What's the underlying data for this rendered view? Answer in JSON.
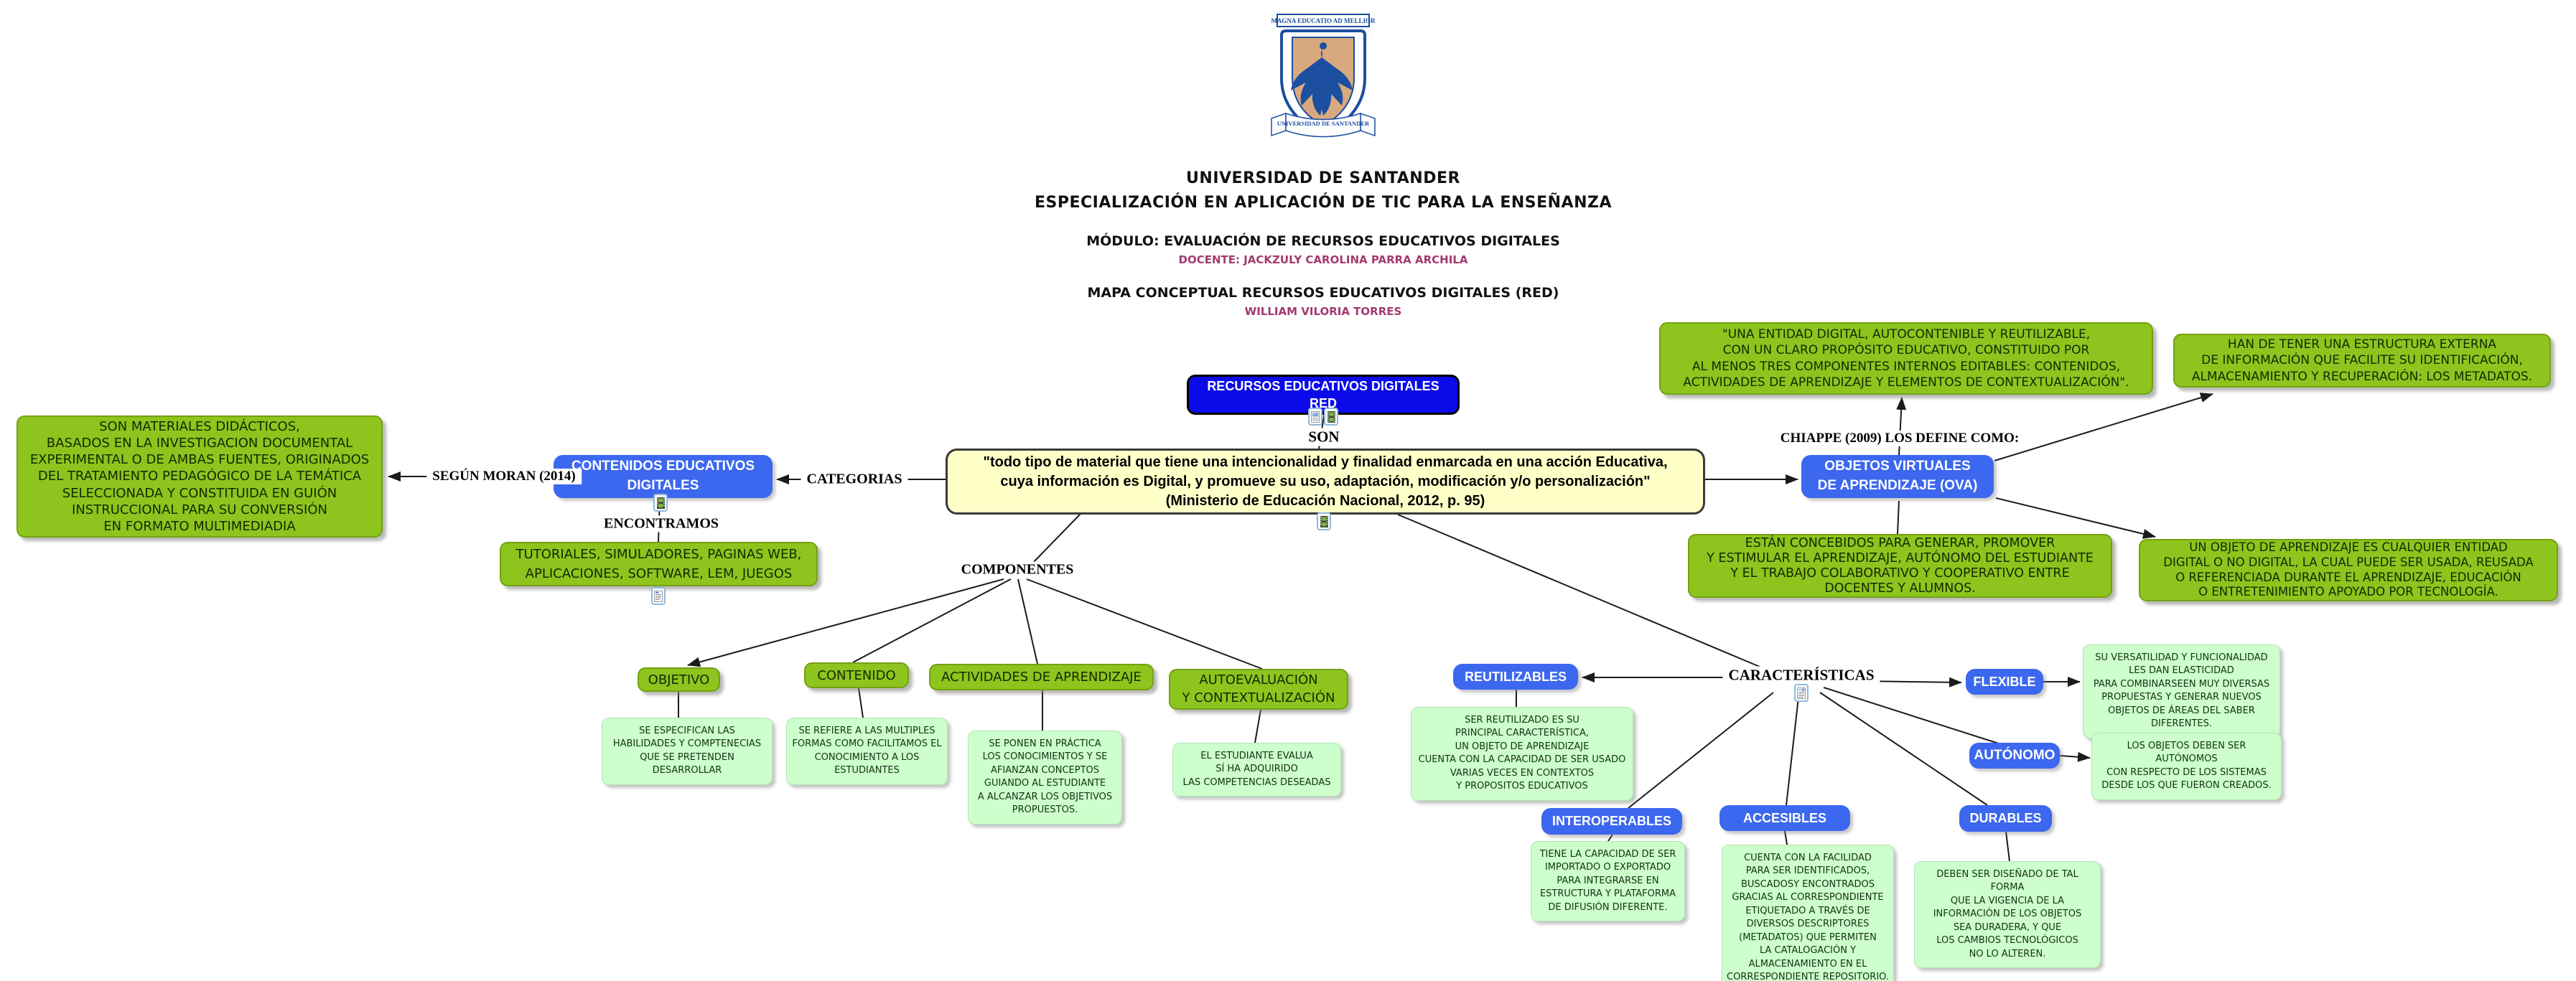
{
  "title_block": {
    "motto": "MAGNA EDUCATIO AD MELLIOR",
    "logo_ribbon": "UNIVERSIDAD DE SANTANDER",
    "university": "UNIVERSIDAD DE SANTANDER",
    "program": "ESPECIALIZACIÓN EN APLICACIÓN DE TIC PARA LA ENSEÑANZA",
    "module": "MÓDULO: EVALUACIÓN DE RECURSOS EDUCATIVOS DIGITALES",
    "teacher": "DOCENTE: JACKZULY CAROLINA PARRA ARCHILA",
    "map_title": "MAPA CONCEPTUAL RECURSOS EDUCATIVOS DIGITALES (RED)",
    "author": "WILLIAM VILORIA TORRES"
  },
  "colors": {
    "root_node": "#0b0bea",
    "blue_node": "#3c67ef",
    "green_node": "#8dc41e",
    "light_green_box": "#ccffcc",
    "yellow_box": "#ffffc8",
    "accent_text": "#a23a6e",
    "line": "#1b1b1b"
  },
  "link_labels": {
    "son": "SON",
    "categorias": "CATEGORIAS",
    "segun_moran": "SEGÚN MORAN (2014)",
    "encontramos": "ENCONTRAMOS",
    "componentes": "COMPONENTES",
    "chiappe": "CHIAPPE (2009) LOS DEFINE COMO:",
    "caracteristicas": "CARACTERÍSTICAS"
  },
  "nodes": {
    "red": {
      "label": "RECURSOS EDUCATIVOS DIGITALES\nRED"
    },
    "definition": {
      "text": "\"todo tipo de material que tiene una intencionalidad y finalidad enmarcada en una acción Educativa,\ncuya información es Digital, y promueve su uso, adaptación, modificación y/o personalización\"\n(Ministerio de Educación Nacional, 2012, p. 95)"
    },
    "contenidos": {
      "label": "CONTENIDOS EDUCATIVOS\nDIGITALES"
    },
    "moran_def": {
      "text": "SON MATERIALES DIDÁCTICOS,\nBASADOS EN LA INVESTIGACION DOCUMENTAL\nEXPERIMENTAL O DE AMBAS FUENTES, ORIGINADOS\nDEL TRATAMIENTO PEDAGÓGICO DE LA TEMÁTICA\nSELECCIONADA Y CONSTITUIDA EN GUIÓN\nINSTRUCCIONAL PARA SU CONVERSIÓN\nEN FORMATO MULTIMEDIADIA"
    },
    "tutoriales": {
      "text": "TUTORIALES, SIMULADORES, PAGINAS WEB,\nAPLICACIONES, SOFTWARE, LEM, JUEGOS"
    },
    "ova": {
      "label": "OBJETOS VIRTUALES\nDE APRENDIZAJE (OVA)"
    },
    "chiappe_def": {
      "text": "\"UNA ENTIDAD DIGITAL, AUTOCONTENIBLE Y REUTILIZABLE,\nCON UN CLARO PROPÓSITO EDUCATIVO, CONSTITUIDO POR\nAL MENOS TRES COMPONENTES INTERNOS EDITABLES: CONTENIDOS,\nACTIVIDADES DE APRENDIZAJE Y ELEMENTOS DE CONTEXTUALIZACIÓN\"."
    },
    "metadatos": {
      "text": "HAN DE TENER UNA ESTRUCTURA EXTERNA\nDE INFORMACIÓN QUE FACILITE SU IDENTIFICACIÓN,\nALMACENAMIENTO Y RECUPERACIÓN: LOS METADATOS."
    },
    "concebidos": {
      "text": "ESTÁN CONCEBIDOS PARA GENERAR, PROMOVER\nY ESTIMULAR EL APRENDIZAJE, AUTÓNOMO DEL ESTUDIANTE\nY EL TRABAJO COLABORATIVO Y COOPERATIVO ENTRE\nDOCENTES Y ALUMNOS."
    },
    "objeto_def": {
      "text": "UN OBJETO DE APRENDIZAJE ES CUALQUIER ENTIDAD\nDIGITAL O NO DIGITAL, LA CUAL PUEDE SER USADA, REUSADA\nO REFERENCIADA DURANTE EL APRENDIZAJE, EDUCACIÓN\nO ENTRETENIMIENTO APOYADO POR TECNOLOGÍA."
    },
    "componentes": [
      {
        "label": "OBJETIVO",
        "desc": "SE ESPECIFICAN LAS\nHABILIDADES Y COMPTENECIAS\nQUE SE PRETENDEN DESARROLLAR"
      },
      {
        "label": "CONTENIDO",
        "desc": "SE REFIERE A LAS MULTIPLES\nFORMAS COMO FACILITAMOS EL\nCONOCIMIENTO A LOS\nESTUDIANTES"
      },
      {
        "label": "ACTIVIDADES DE APRENDIZAJE",
        "desc": "SE PONEN EN PRÁCTICA\nLOS CONOCIMIENTOS Y SE\nAFIANZAN CONCEPTOS\nGUIANDO AL ESTUDIANTE\nA ALCANZAR LOS OBJETIVOS\nPROPUESTOS."
      },
      {
        "label": "AUTOEVALUACIÓN\nY CONTEXTUALIZACIÓN",
        "desc": "EL ESTUDIANTE EVALUA\nSÍ HA ADQUIRIDO\nLAS COMPETENCIAS DESEADAS"
      }
    ],
    "caracteristicas": [
      {
        "label": "REUTILIZABLES",
        "desc": "SER REUTILIZADO ES SU\nPRINCIPAL CARACTERÍSTICA,\nUN OBJETO DE APRENDIZAJE\nCUENTA CON LA CAPACIDAD DE SER USADO\nVARIAS VECES EN CONTEXTOS\nY PROPOSITOS EDUCATIVOS"
      },
      {
        "label": "FLEXIBLE",
        "desc": "SU VERSATILIDAD Y FUNCIONALIDAD\nLES DAN ELASTICIDAD\nPARA COMBINARSEEN MUY DIVERSAS\nPROPUESTAS Y GENERAR NUEVOS\nOBJETOS DE ÁREAS DEL SABER\nDIFERENTES."
      },
      {
        "label": "AUTÓNOMO",
        "desc": "LOS OBJETOS DEBEN SER AUTÓNOMOS\nCON RESPECTO DE LOS SISTEMAS\nDESDE LOS QUE FUERON CREADOS."
      },
      {
        "label": "INTEROPERABLES",
        "desc": "TIENE LA CAPACIDAD DE SER\nIMPORTADO O EXPORTADO\nPARA INTEGRARSE EN\nESTRUCTURA Y PLATAFORMA\nDE DIFUSIÓN DIFERENTE."
      },
      {
        "label": "ACCESIBLES",
        "desc": "CUENTA CON LA FACILIDAD\nPARA SER IDENTIFICADOS,\nBUSCADOSY ENCONTRADOS\nGRACIAS AL CORRESPONDIENTE\nETIQUETADO A TRAVÉS DE\nDIVERSOS DESCRIPTORES\n(METADATOS) QUE PERMITEN\nLA CATALOGACIÓN Y\nALMACENAMIENTO EN EL\nCORRESPONDIENTE REPOSITORIO."
      },
      {
        "label": "DURABLES",
        "desc": "DEBEN SER DISEÑADO DE TAL FORMA\nQUE LA VIGENCIA DE LA\nINFORMACIÓN DE LOS OBJETOS\nSEA DURADERA, Y QUE\nLOS CAMBIOS TECNOLÓGICOS\nNO LO ALTEREN."
      }
    ]
  },
  "icons": {
    "red_node": [
      "image-resource-icon",
      "video-resource-icon"
    ],
    "definition": [
      "video-resource-icon"
    ],
    "contenidos": [
      "video-resource-icon"
    ],
    "tutoriales": [
      "document-resource-icon"
    ],
    "caracteristicas": [
      "document-resource-icon"
    ]
  }
}
